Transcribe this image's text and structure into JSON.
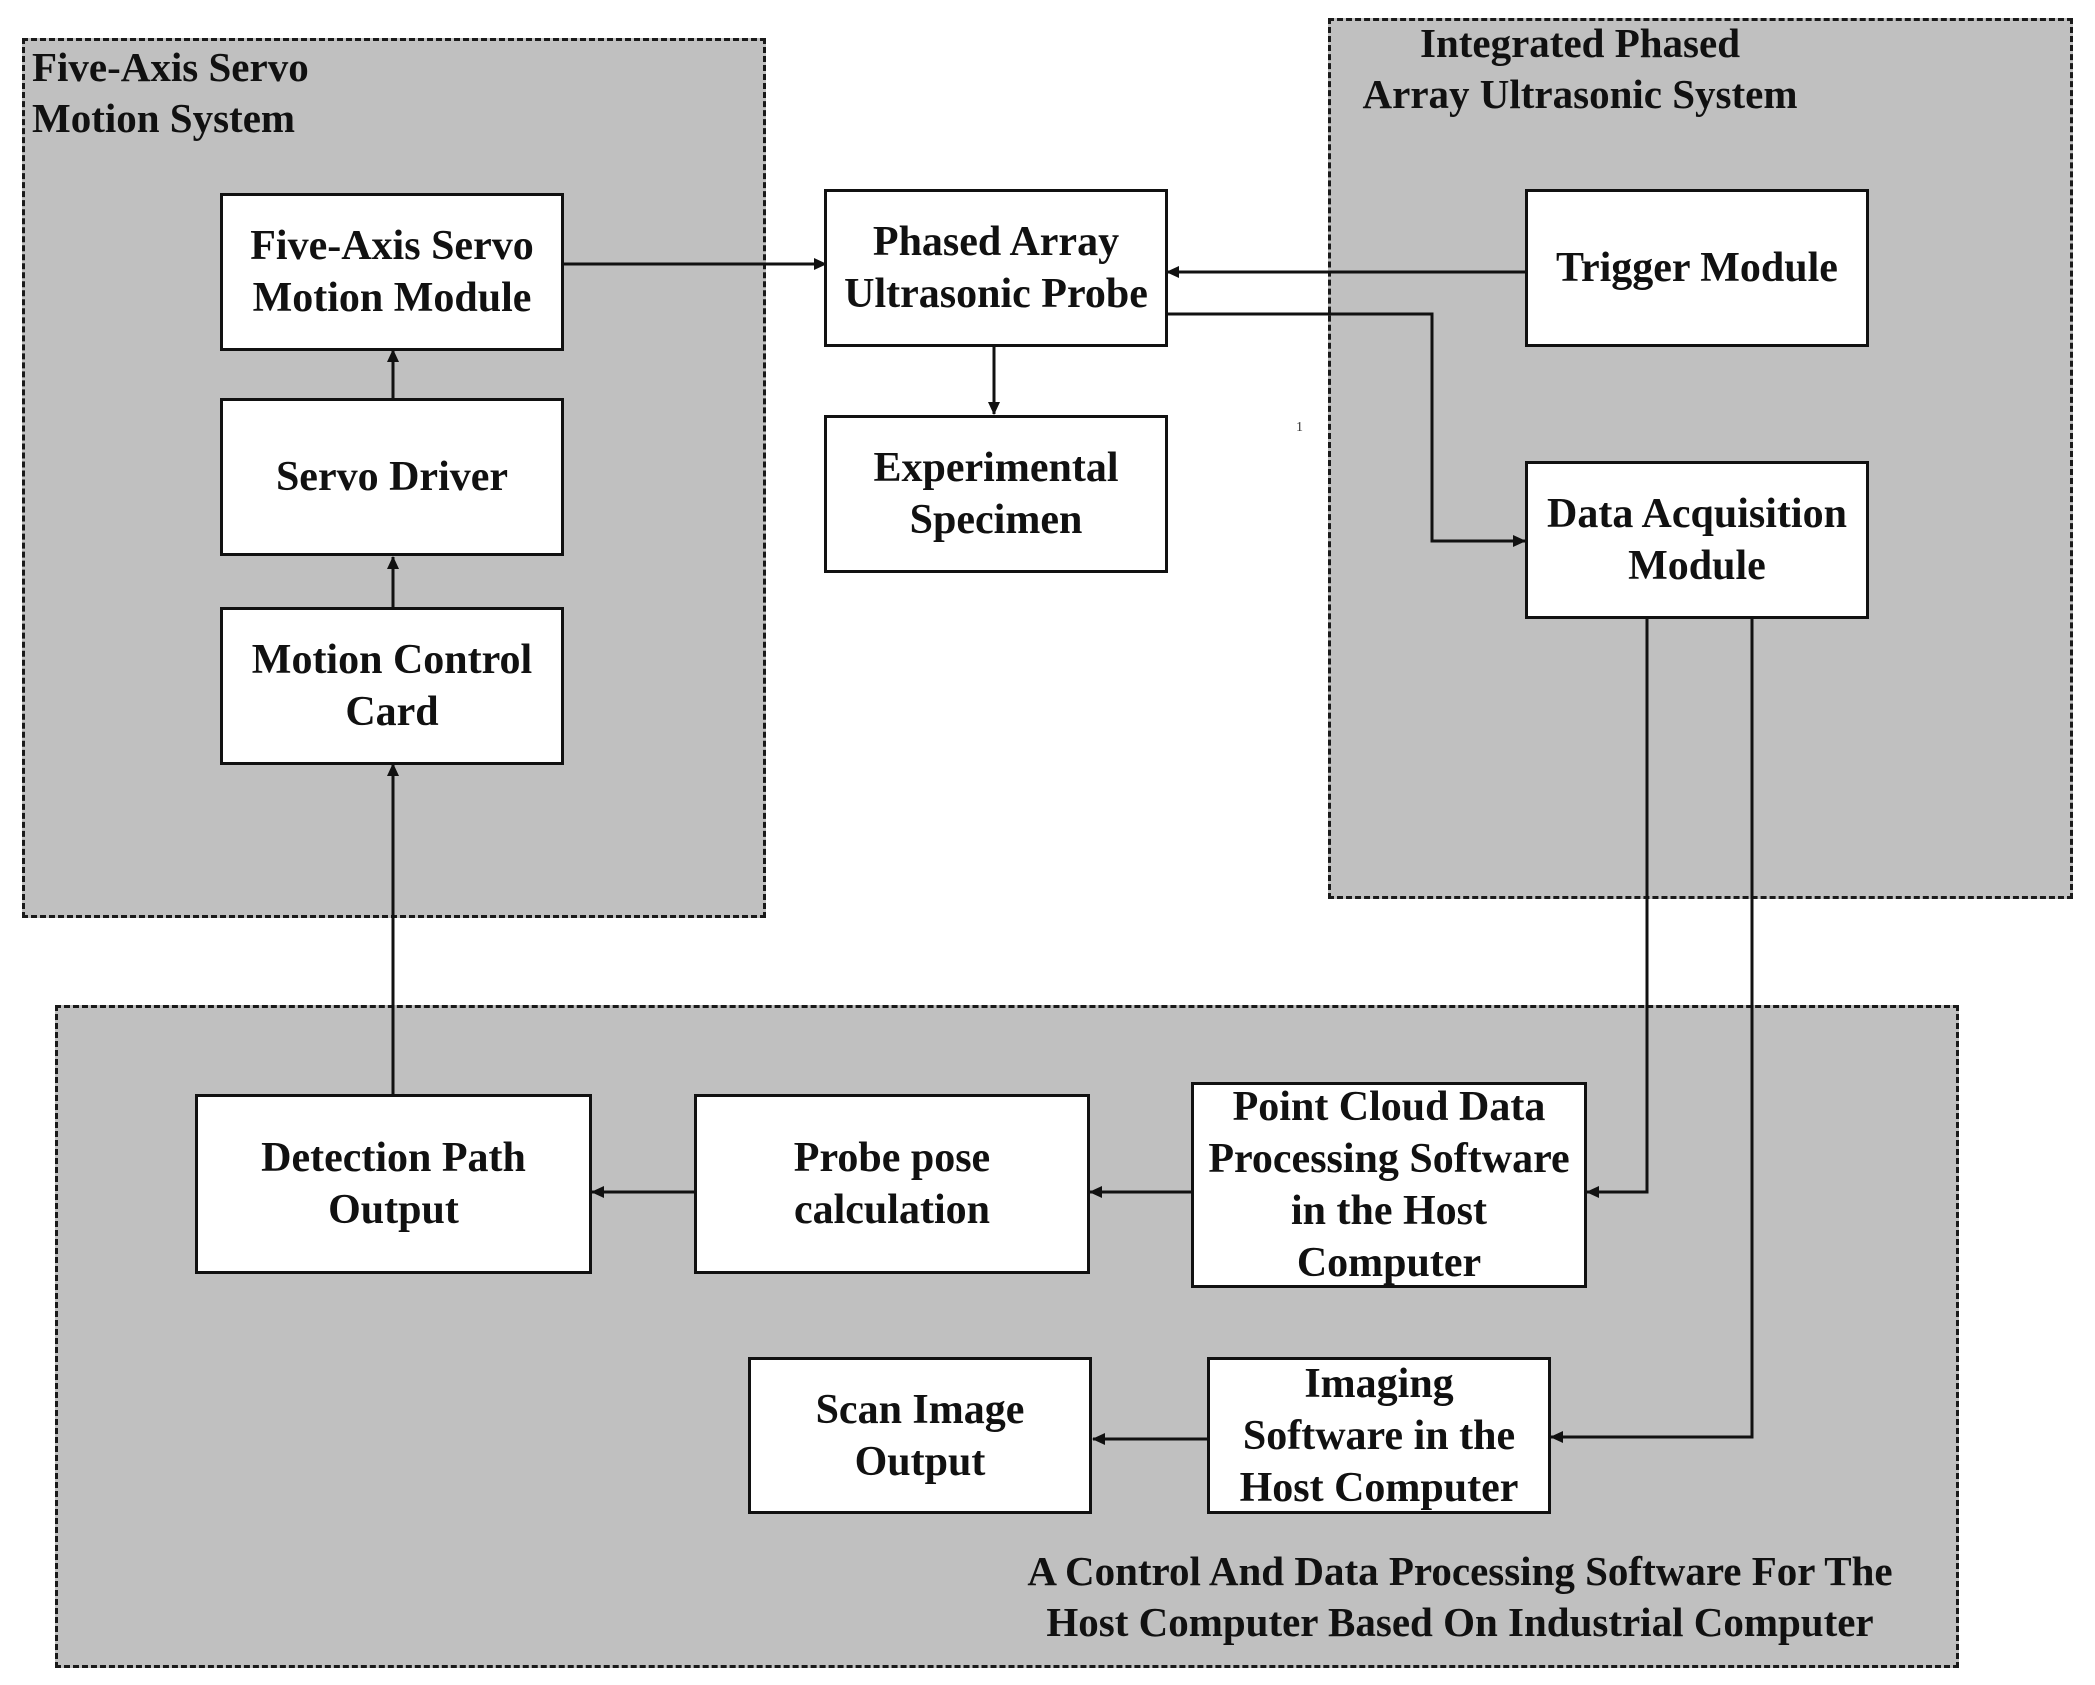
{
  "regions": {
    "servo": "Five-Axis Servo\nMotion System",
    "phased": "Integrated Phased\nArray Ultrasonic System",
    "software": "A Control And Data Processing Software For The\nHost Computer Based On Industrial Computer"
  },
  "boxes": {
    "five_axis_module": "Five-Axis Servo\nMotion Module",
    "servo_driver": "Servo Driver",
    "motion_control_card": "Motion Control\nCard",
    "phased_array_probe": "Phased Array\nUltrasonic Probe",
    "experimental_specimen": "Experimental\nSpecimen",
    "trigger_module": "Trigger Module",
    "data_acquisition_module": "Data Acquisition\nModule",
    "detection_path_output": "Detection Path\nOutput",
    "probe_pose_calculation": "Probe pose\ncalculation",
    "point_cloud_software": "Point Cloud Data\nProcessing Software\nin the Host\nComputer",
    "scan_image_output": "Scan Image\nOutput",
    "imaging_software": "Imaging\nSoftware in the\nHost Computer"
  },
  "stray_mark": "1"
}
